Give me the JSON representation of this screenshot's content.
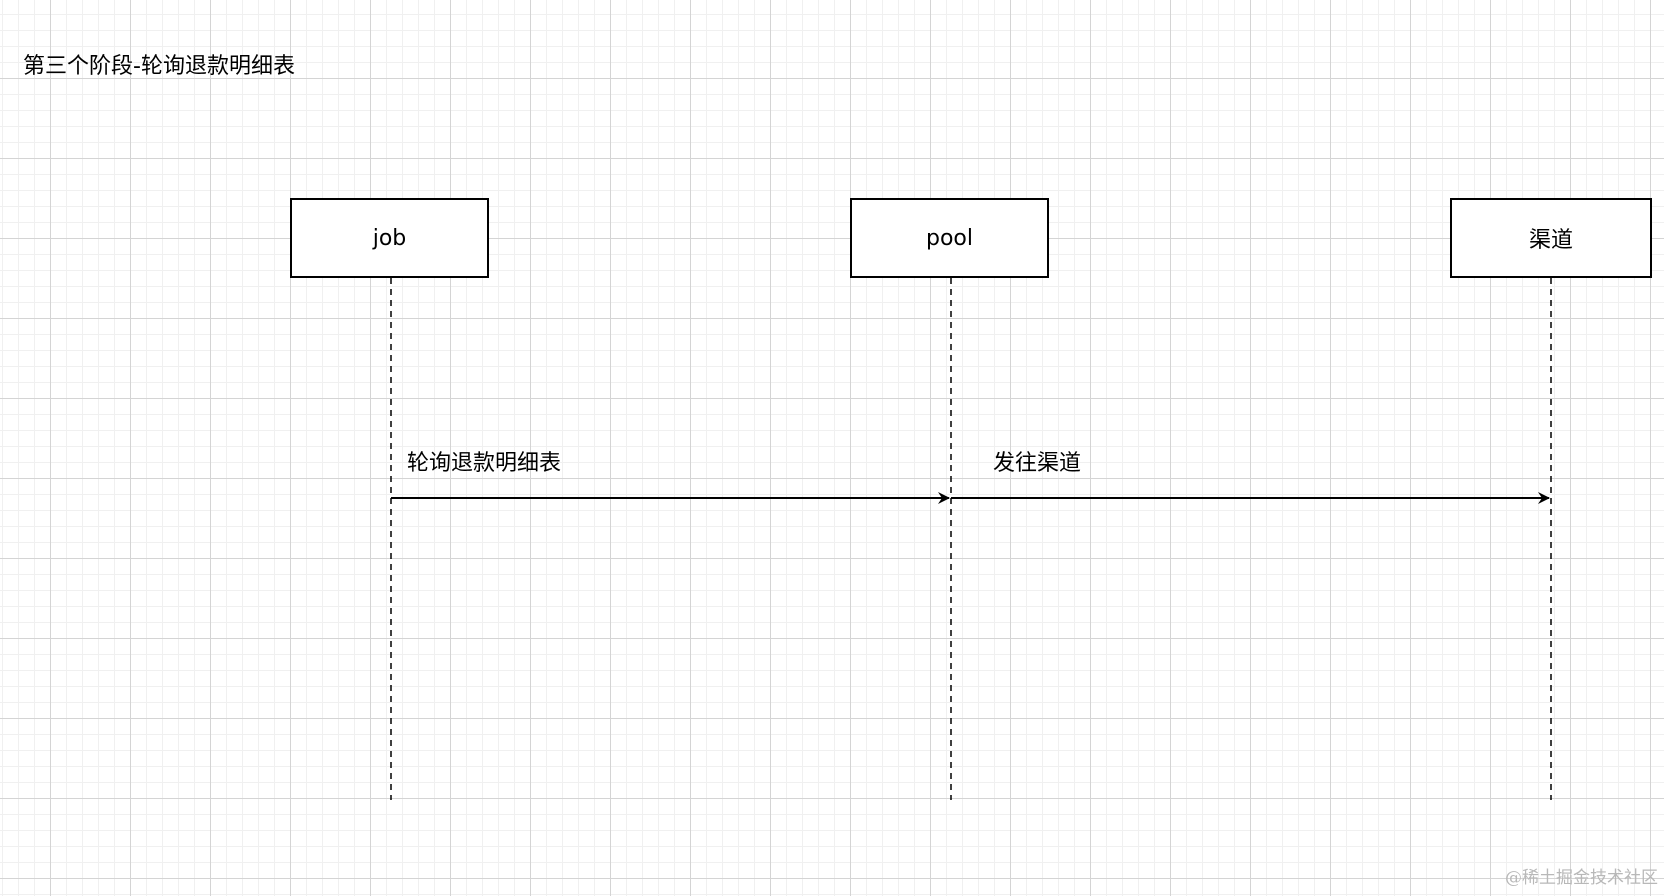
{
  "diagram": {
    "title": "第三个阶段-轮询退款明细表",
    "actors": [
      {
        "id": "job",
        "label": "job"
      },
      {
        "id": "pool",
        "label": "pool"
      },
      {
        "id": "channel",
        "label": "渠道"
      }
    ],
    "messages": [
      {
        "from": "job",
        "to": "pool",
        "label": "轮询退款明细表"
      },
      {
        "from": "pool",
        "to": "channel",
        "label": "发往渠道"
      }
    ]
  },
  "watermark": "@稀土掘金技术社区",
  "colors": {
    "line": "#000000",
    "grid_major": "#d4d4d4",
    "grid_minor": "#f0f0f0",
    "watermark": "#b8b8b8"
  }
}
